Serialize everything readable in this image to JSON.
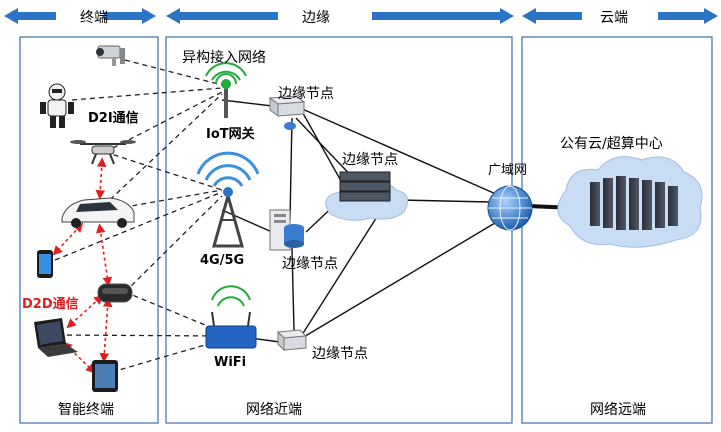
{
  "header": {
    "edge_terminal": "终端",
    "edge": "边缘",
    "cloud": "云端"
  },
  "panels": {
    "terminal_bottom": "智能终端",
    "edge_bottom": "网络近端",
    "cloud_bottom": "网络远端"
  },
  "labels": {
    "hetero_access": "异构接入网络",
    "d2i": "D2I通信",
    "d2d": "D2D通信",
    "iot_gateway": "IoT网关",
    "cellular": "4G/5G",
    "wifi": "WiFi",
    "edge_node_1": "边缘节点",
    "edge_node_2": "边缘节点",
    "edge_node_3": "边缘节点",
    "edge_node_4": "边缘节点",
    "wan": "广域网",
    "cloud_center": "公有云/超算中心"
  },
  "colors": {
    "arrow_blue": "#2b73c4",
    "panel_border": "#3d6fa8",
    "d2d_red": "#e02020",
    "cloud_fill": "#c8dcf3"
  }
}
